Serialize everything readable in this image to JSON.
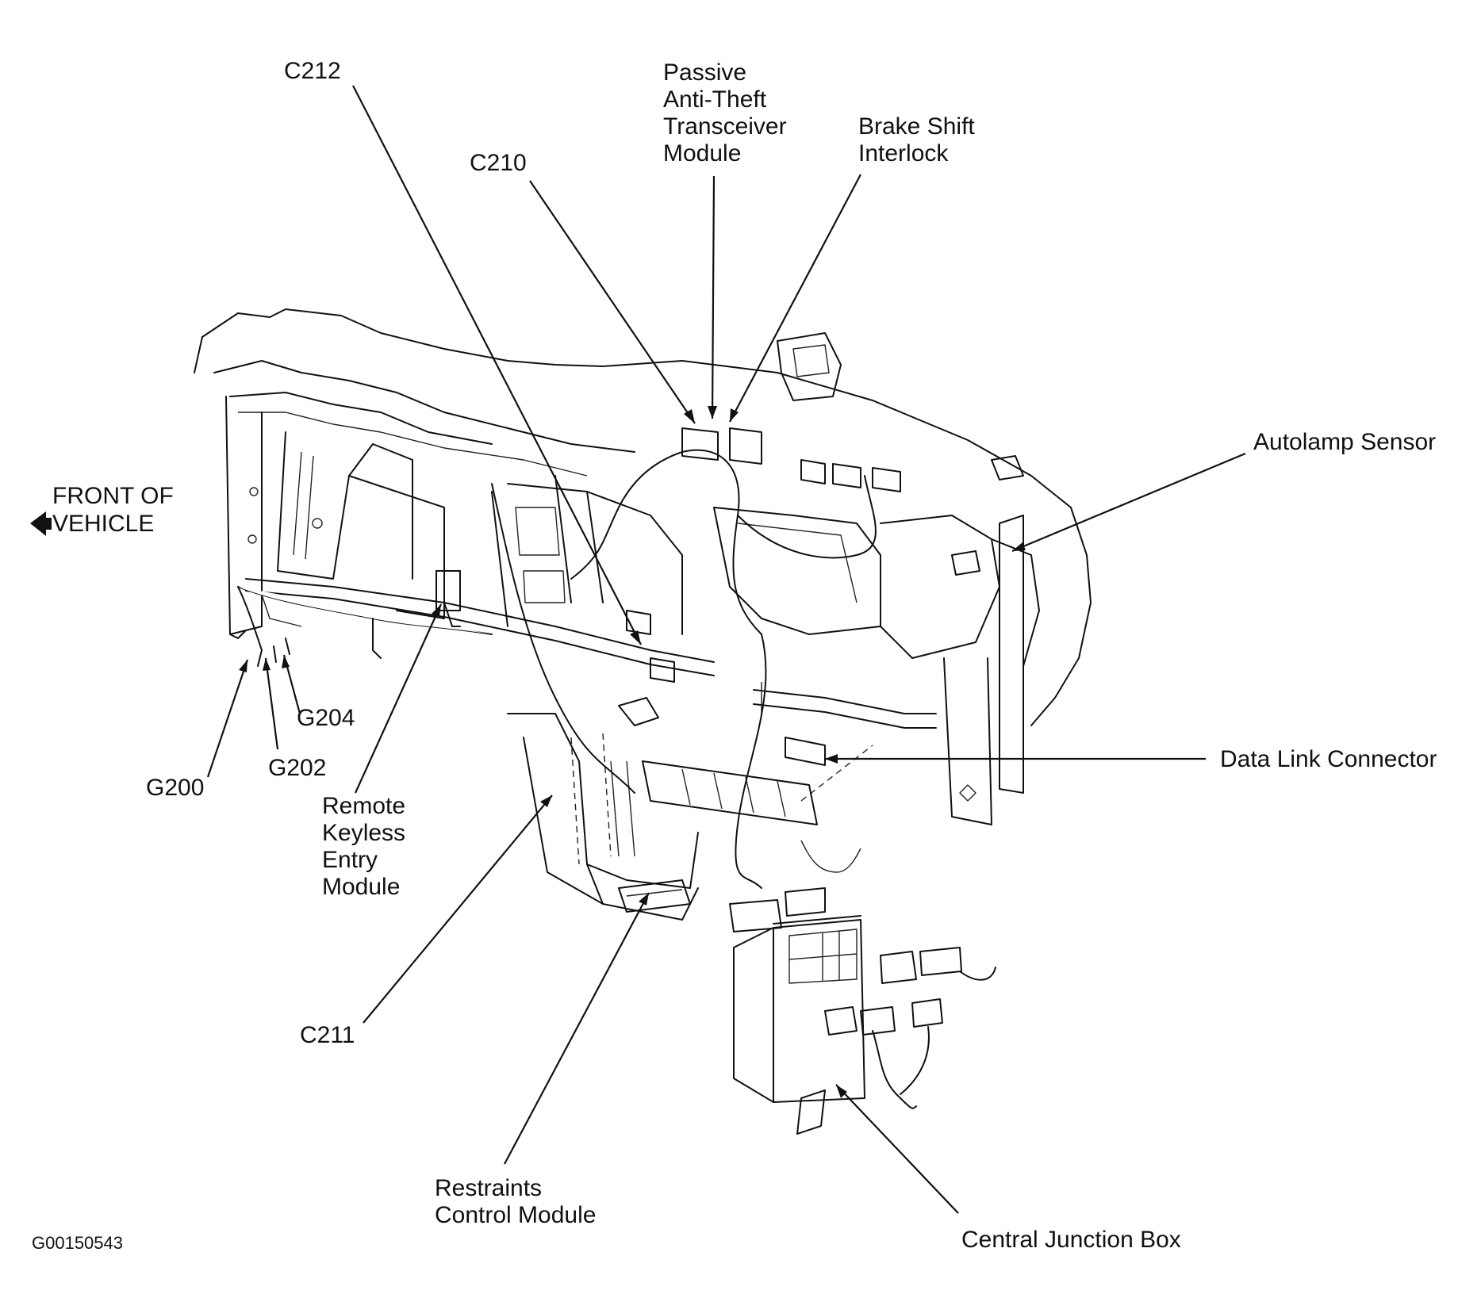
{
  "figure_id": "G00150543",
  "orientation": {
    "line1": "FRONT OF",
    "line2": "VEHICLE",
    "icon": "arrow-left-icon"
  },
  "callouts": {
    "c212": {
      "lines": [
        "C212"
      ]
    },
    "passive_anti_theft": {
      "lines": [
        "Passive",
        "Anti-Theft",
        "Transceiver",
        "Module"
      ]
    },
    "brake_shift": {
      "lines": [
        "Brake Shift",
        "Interlock"
      ]
    },
    "c210": {
      "lines": [
        "C210"
      ]
    },
    "autolamp": {
      "lines": [
        "Autolamp Sensor"
      ]
    },
    "data_link": {
      "lines": [
        "Data Link Connector"
      ]
    },
    "g204": {
      "lines": [
        "G204"
      ]
    },
    "g202": {
      "lines": [
        "G202"
      ]
    },
    "g200": {
      "lines": [
        "G200"
      ]
    },
    "rke": {
      "lines": [
        "Remote",
        "Keyless",
        "Entry",
        "Module"
      ]
    },
    "c211": {
      "lines": [
        "C211"
      ]
    },
    "rcm": {
      "lines": [
        "Restraints",
        "Control Module"
      ]
    },
    "cjb": {
      "lines": [
        "Central Junction Box"
      ]
    }
  }
}
